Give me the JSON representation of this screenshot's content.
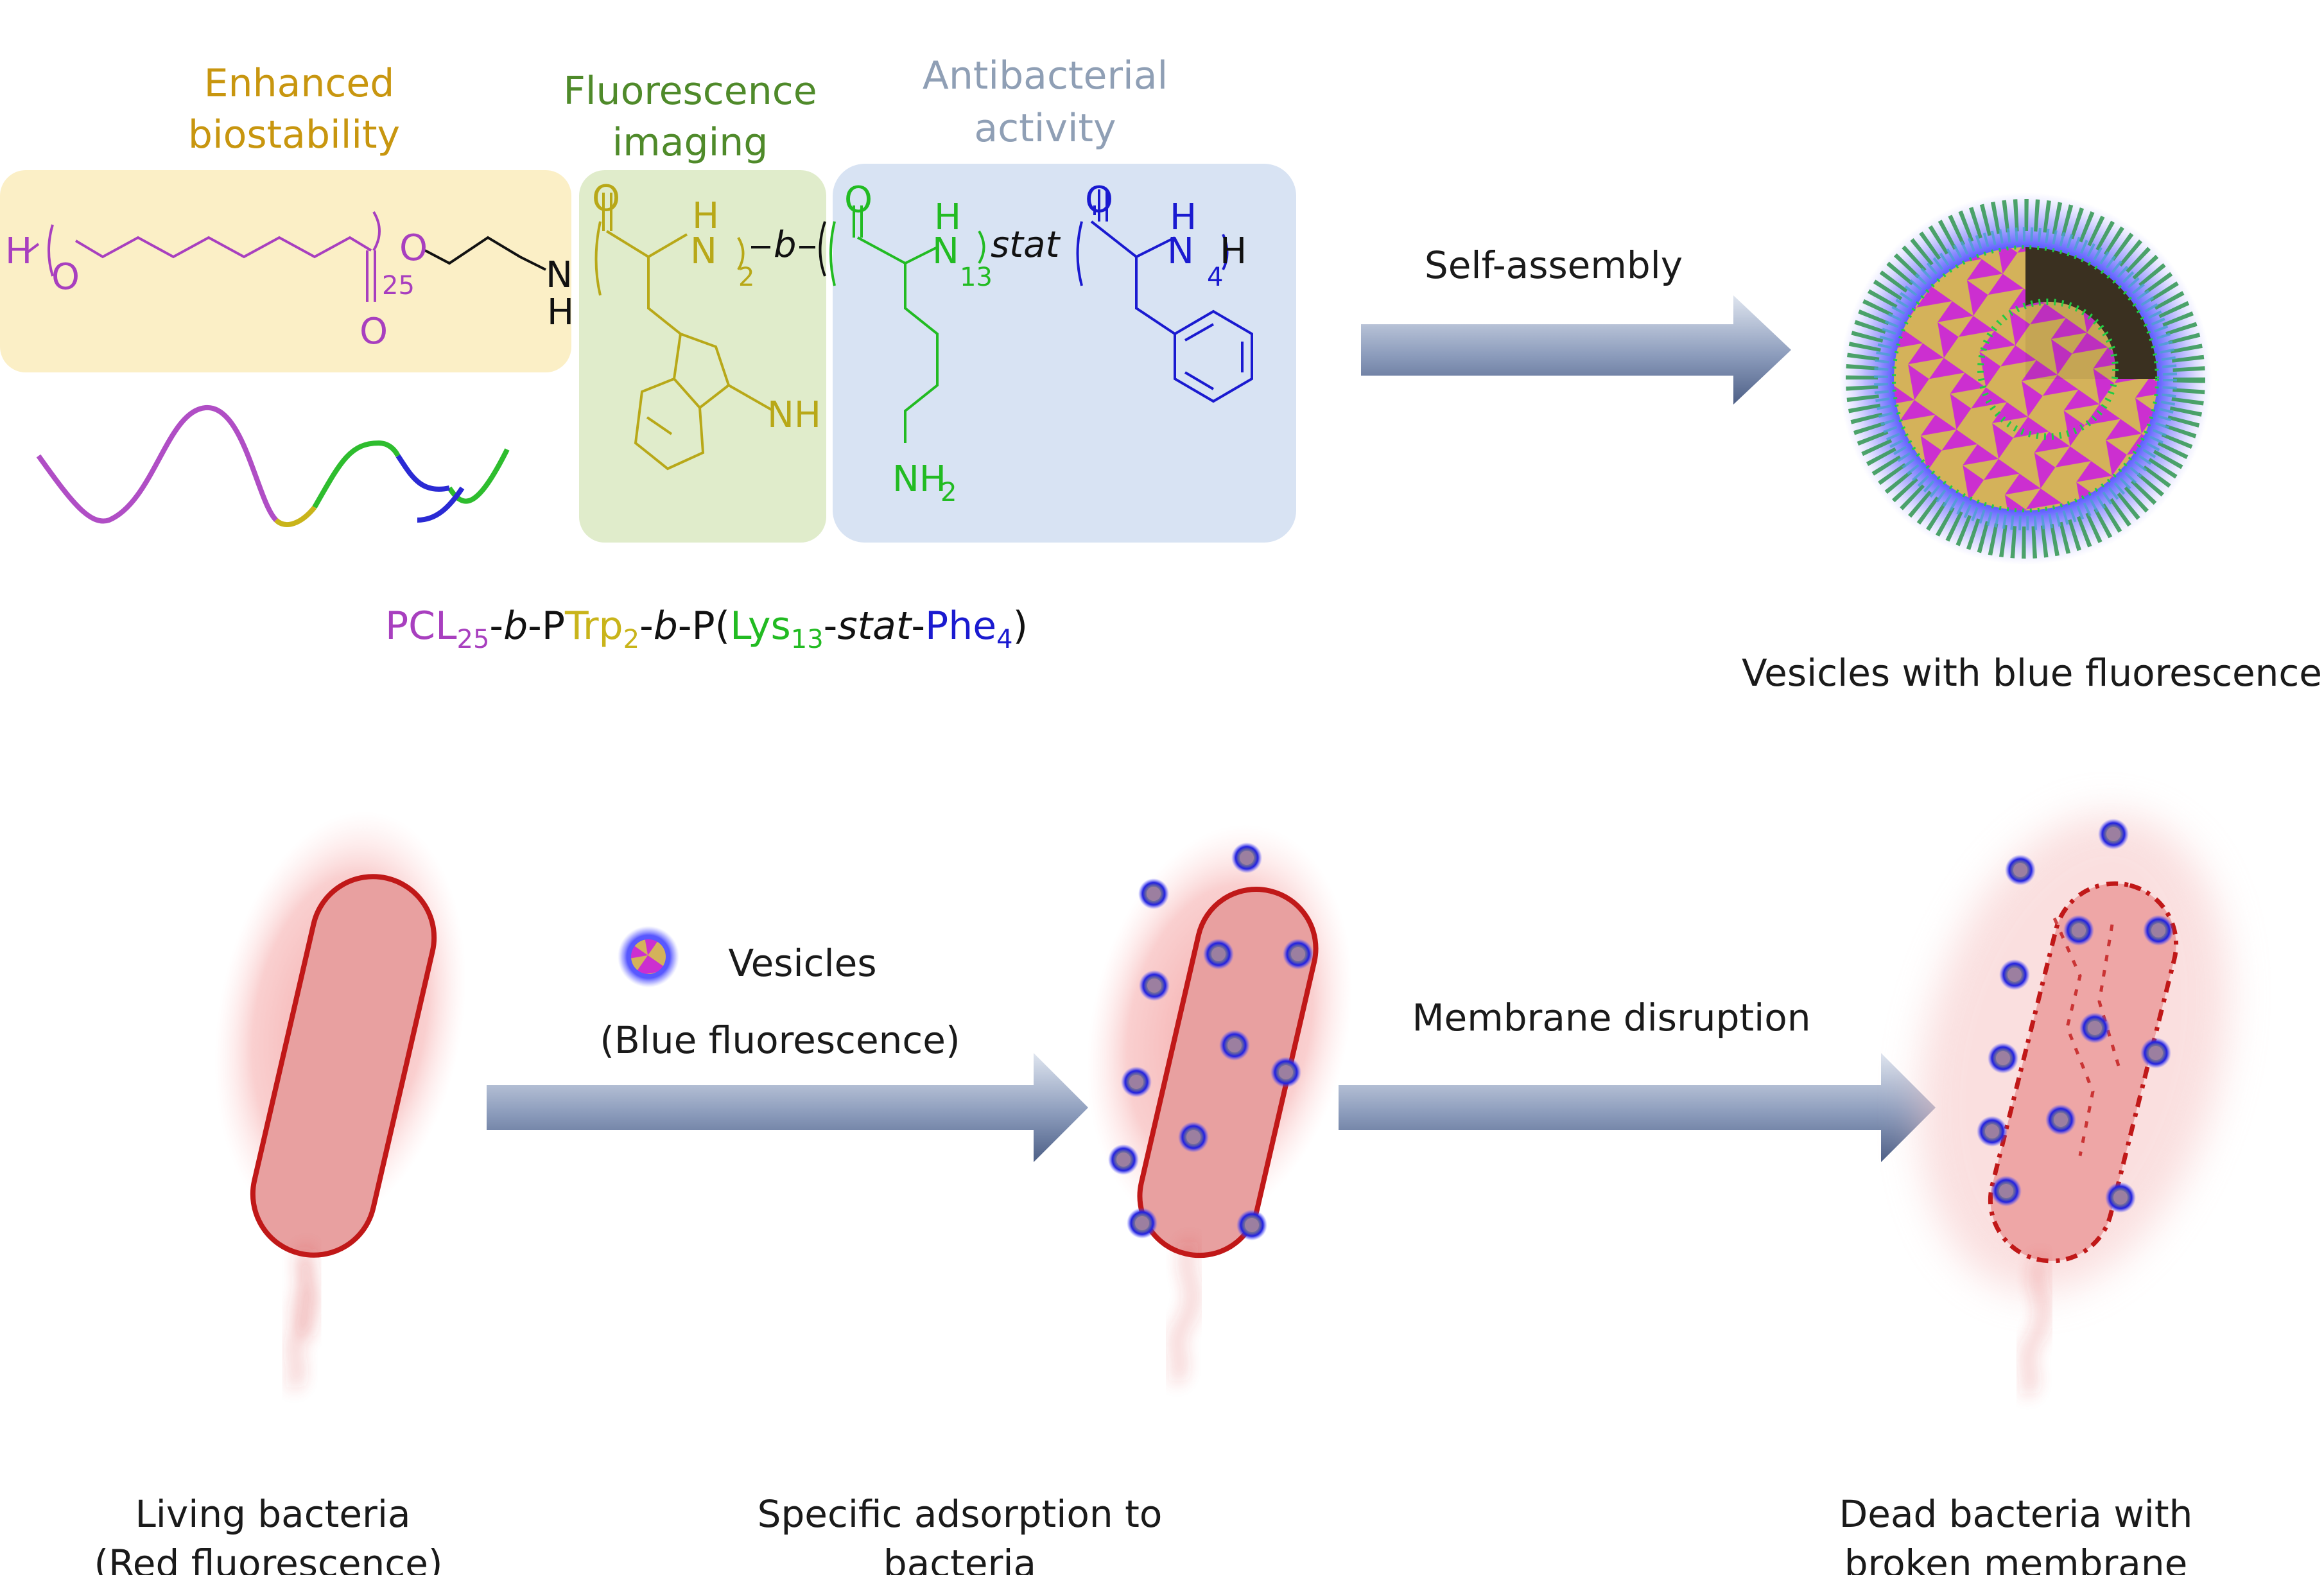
{
  "headings": {
    "pcl_line1": "Enhanced",
    "pcl_line2": "biostability",
    "trp_line1": "Fluorescence",
    "trp_line2": "imaging",
    "lys_line1": "Antibacterial",
    "lys_line2": "activity"
  },
  "formula": {
    "p1": "PCL",
    "s1": "25",
    "d1": "-",
    "b1": "b",
    "d2": "-P",
    "p2": "Trp",
    "s2": "2",
    "d3": "-",
    "b2": "b",
    "d4": "-P(",
    "p3": "Lys",
    "s3": "13",
    "d5": "-",
    "stat": "stat",
    "d6": "-",
    "p4": "Phe",
    "s4": "4",
    "close": ")"
  },
  "chem": {
    "H": "H",
    "O": "O",
    "N": "N",
    "NH": "NH",
    "NH2": "NH",
    "two": "2",
    "n25": "25",
    "n2": "2",
    "n13": "13",
    "n4": "4",
    "b": "b",
    "stat": "stat"
  },
  "captions": {
    "self_assembly": "Self-assembly",
    "vesicles_blue": "Vesicles with blue fluorescence",
    "vesicles": "Vesicles",
    "blue_fluor": "(Blue fluorescence)",
    "membrane_disruption": "Membrane disruption",
    "living_1": "Living bacteria",
    "living_2": "(Red fluorescence)",
    "specific_1": "Specific adsorption to",
    "specific_2": "bacteria",
    "dead_1": "Dead bacteria with",
    "dead_2": "broken membrane"
  },
  "colors": {
    "pcl": "#a83fbf",
    "trp": "#b8a818",
    "lys": "#22bb22",
    "phe": "#1a1ad0",
    "heading_pcl": "#c8960f",
    "heading_trp": "#4f8a2a",
    "heading_lys": "#8f9fb5",
    "box_pcl": "#fbefc6",
    "box_trp": "#e0eccb",
    "box_lys": "#d8e3f3",
    "arrow": "#6f82a5",
    "bacteria": "#e87878",
    "membrane": "#c01818"
  }
}
